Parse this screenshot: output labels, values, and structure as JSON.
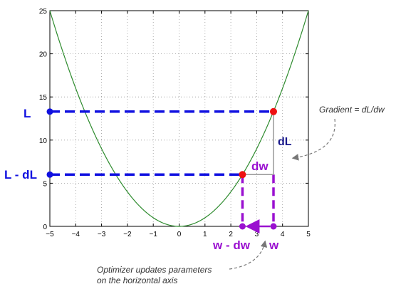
{
  "chart_data": {
    "type": "line",
    "function": "x^2",
    "xlim": [
      -5,
      5
    ],
    "ylim": [
      0,
      25
    ],
    "xticks": [
      -5,
      -4,
      -3,
      -2,
      -1,
      0,
      1,
      2,
      3,
      4,
      5
    ],
    "yticks": [
      0,
      5,
      10,
      15,
      20,
      25
    ],
    "grid": true,
    "curve_color": "#2e8b2e",
    "point_color": "#ee1111",
    "blue_color": "#1010e0",
    "purple_color": "#9a10d0",
    "points": [
      {
        "w": 3.65,
        "L": 13.3
      },
      {
        "w": 2.45,
        "L": 6.0
      }
    ],
    "labels": {
      "L": "L",
      "L_minus_dL": "L - dL",
      "dL": "dL",
      "dw": "dw",
      "w": "w",
      "w_minus_dw": "w - dw"
    },
    "annotations": {
      "gradient": "Gradient = dL/dw",
      "optimizer_line1": "Optimizer updates parameters",
      "optimizer_line2": "on the horizontal axis"
    }
  }
}
